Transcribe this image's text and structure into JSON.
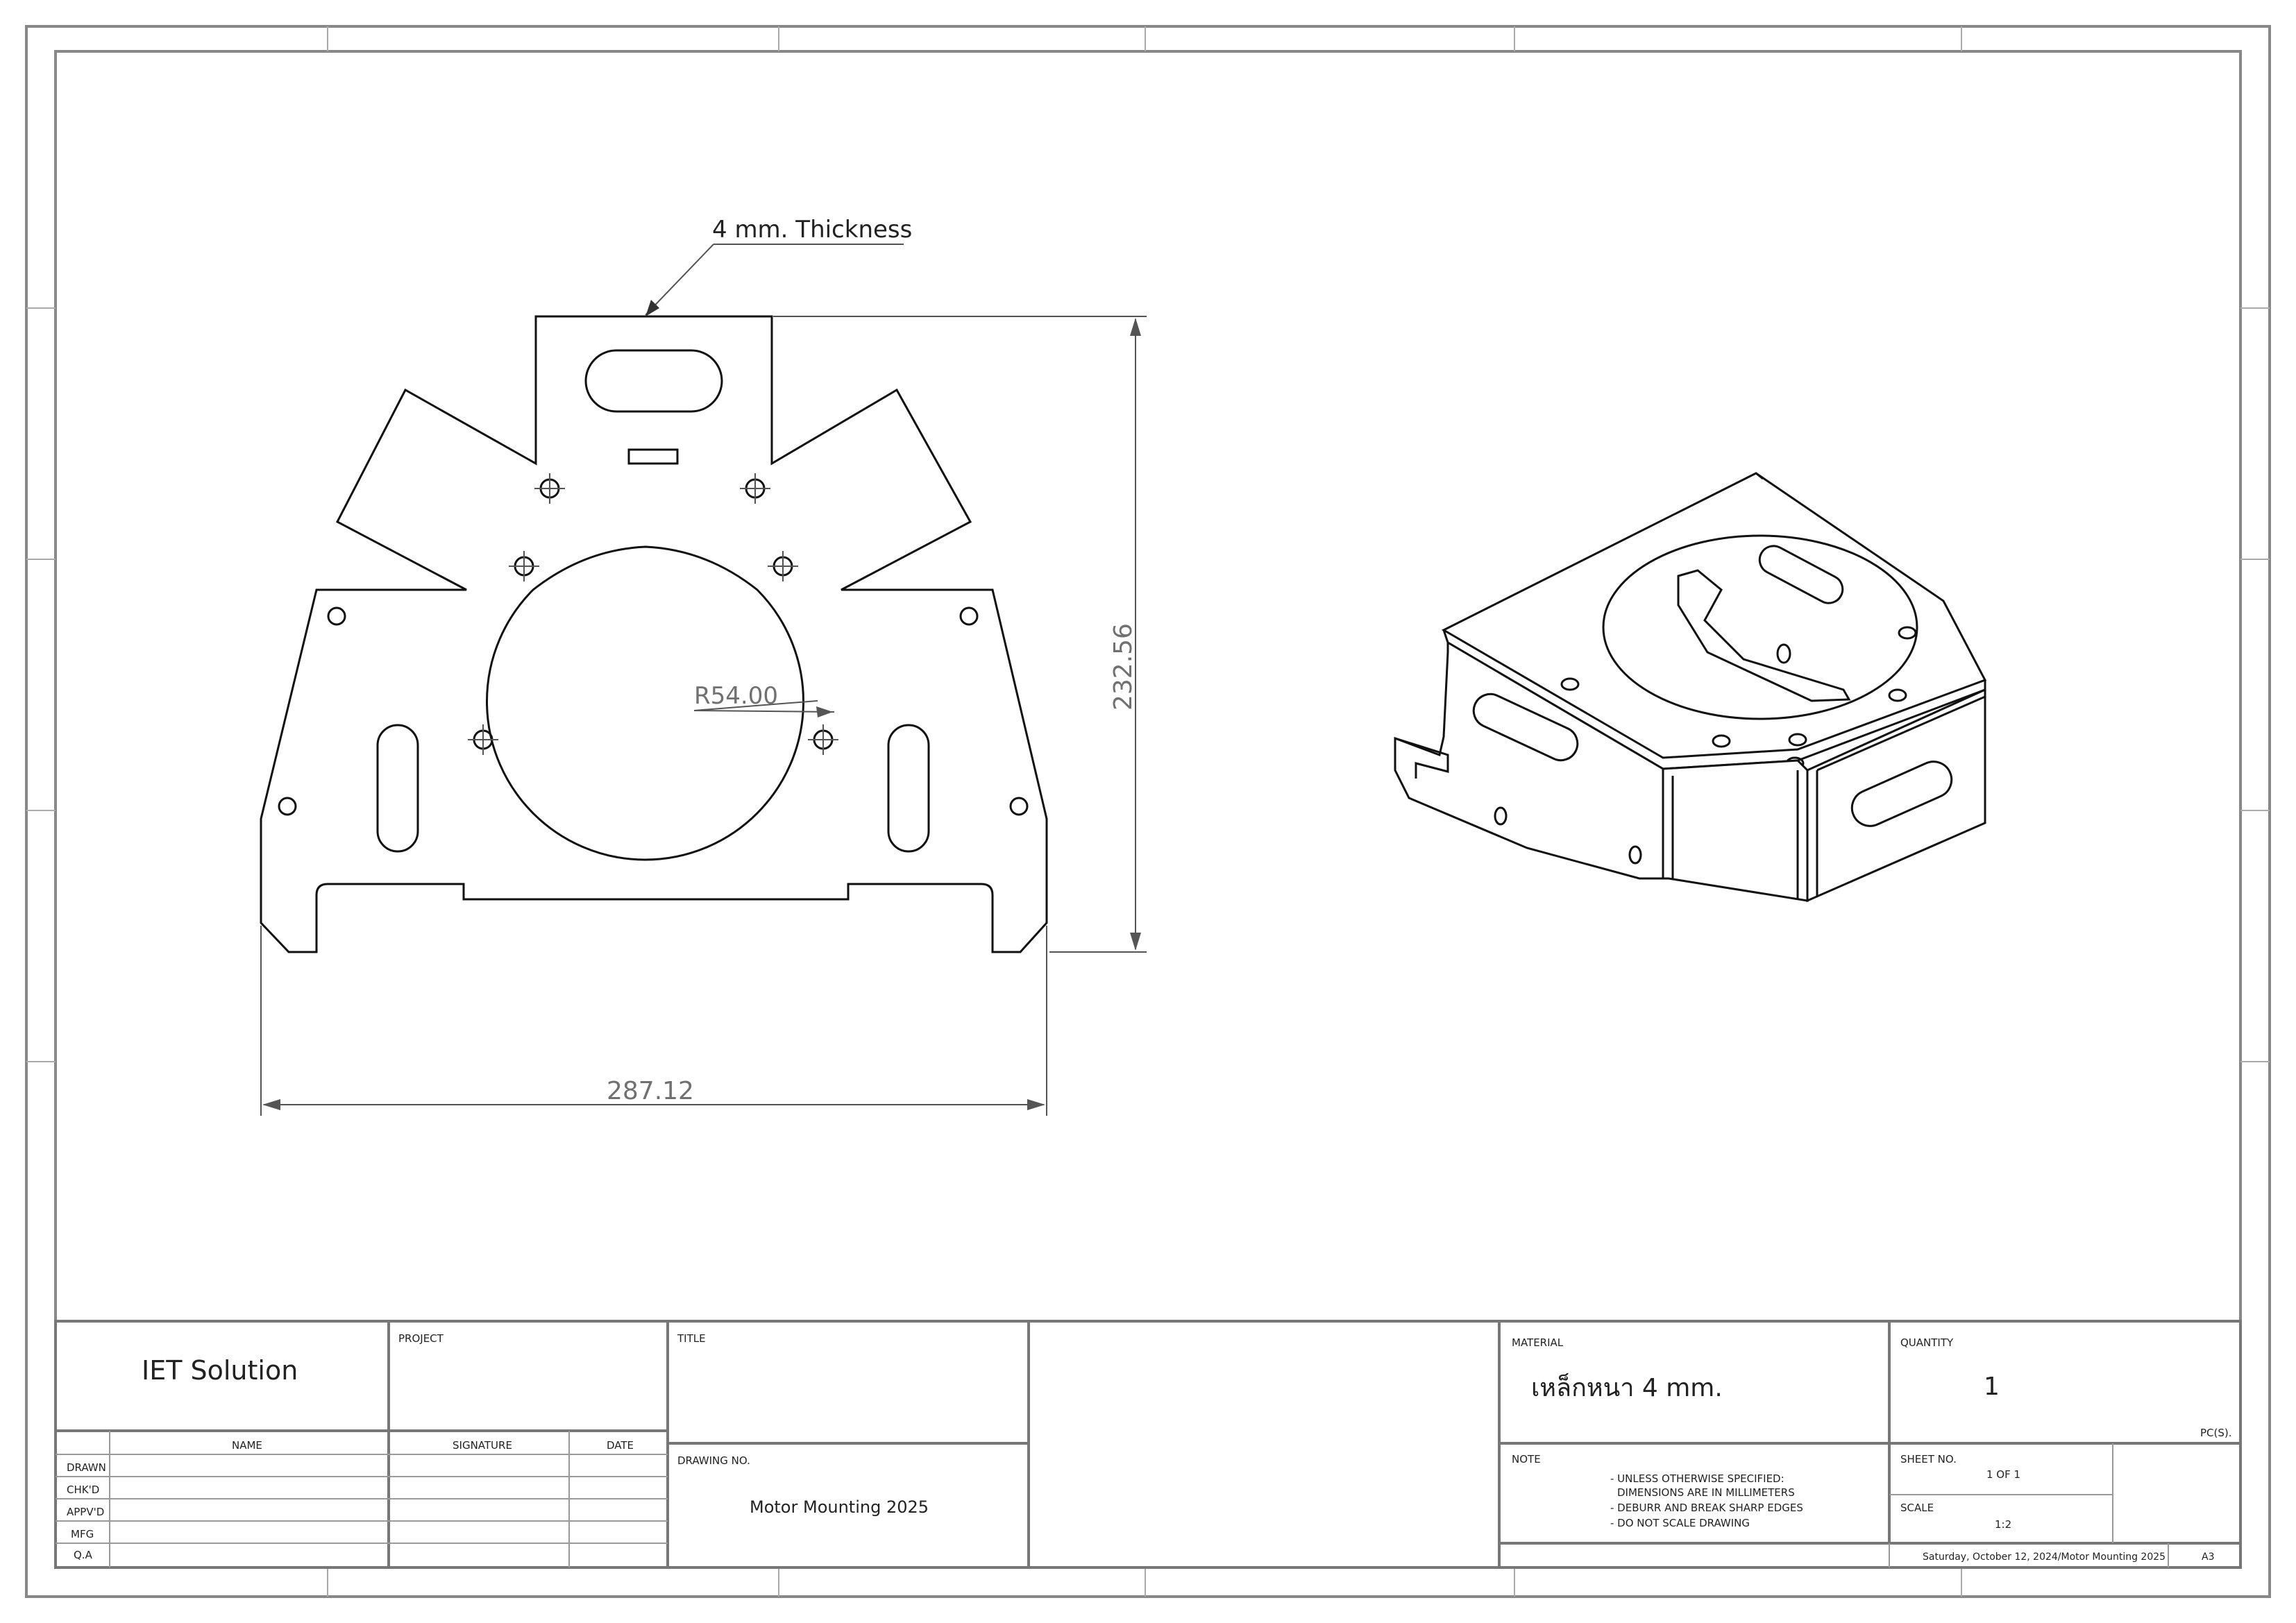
{
  "flat_view": {
    "thickness_note": "4 mm. Thickness",
    "radius_dimension": "R54.00",
    "height_dimension": "232.56",
    "width_dimension": "287.12"
  },
  "title_block": {
    "company": "IET Solution",
    "project_label": "PROJECT",
    "title_label": "TITLE",
    "material_label": "MATERIAL",
    "material_value": "เหล็กหนา 4 mm.",
    "quantity_label": "QUANTITY",
    "quantity_value": "1",
    "quantity_unit": "PC(S).",
    "col_name": "NAME",
    "col_signature": "SIGNATURE",
    "col_date": "DATE",
    "rows": [
      "DRAWN",
      "CHK'D",
      "APPV'D",
      "MFG",
      "Q.A"
    ],
    "drawing_no_label": "DRAWING NO.",
    "drawing_no_value": "Motor Mounting 2025",
    "note_label": "NOTE",
    "notes": [
      "- UNLESS OTHERWISE SPECIFIED:",
      "  DIMENSIONS ARE IN MILLIMETERS",
      "- DEBURR AND BREAK SHARP EDGES",
      "- DO NOT SCALE DRAWING"
    ],
    "sheet_no_label": "SHEET NO.",
    "sheet_no_value": "1 OF 1",
    "scale_label": "SCALE",
    "scale_value": "1:2",
    "footer_date": "Saturday, October 12, 2024/Motor Mounting 2025",
    "paper_size": "A3"
  }
}
